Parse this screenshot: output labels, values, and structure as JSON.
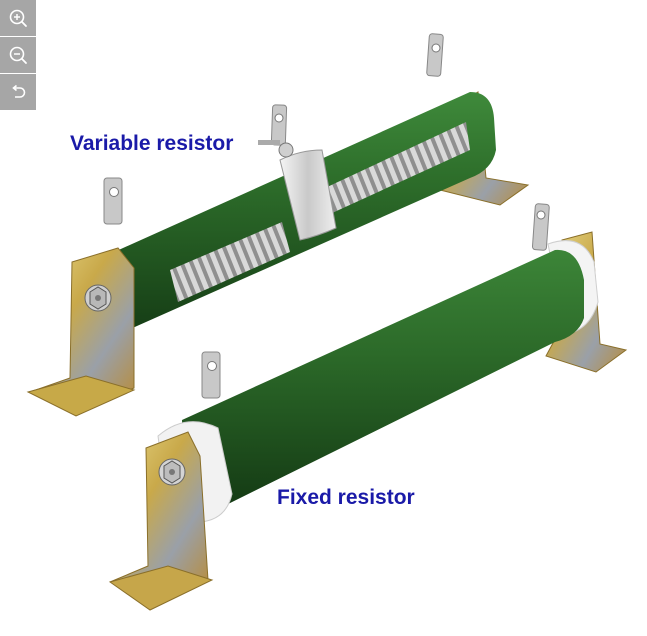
{
  "toolbar": {
    "buttons": [
      {
        "name": "zoom-in",
        "icon": "zoom-in-icon"
      },
      {
        "name": "zoom-out",
        "icon": "zoom-out-icon"
      },
      {
        "name": "reset",
        "icon": "undo-icon"
      }
    ],
    "background": "#a6a6a6"
  },
  "image": {
    "labels": {
      "variable": "Variable resistor",
      "fixed": "Fixed resistor"
    },
    "label_color": "#1a1aa8"
  }
}
